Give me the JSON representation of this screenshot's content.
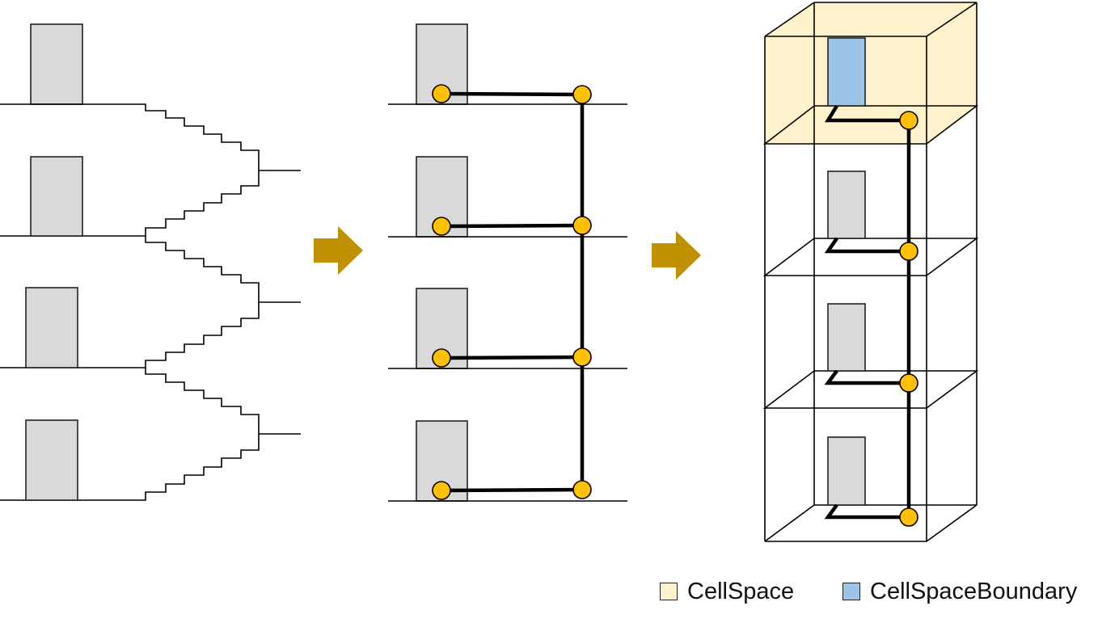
{
  "colors": {
    "door_fill": "#d9d9d9",
    "node_fill": "#ffc000",
    "arrow_fill": "#bf9000",
    "cellspace_fill": "#fff2cc",
    "boundary_fill": "#9dc3e6",
    "line": "#000000"
  },
  "legend": [
    {
      "label": "CellSpace",
      "color": "#fff2cc"
    },
    {
      "label": "CellSpaceBoundary",
      "color": "#9dc3e6"
    }
  ],
  "panels": {
    "stairwell_floors": 4,
    "network_floors": 4,
    "cells_stacked": 4
  }
}
